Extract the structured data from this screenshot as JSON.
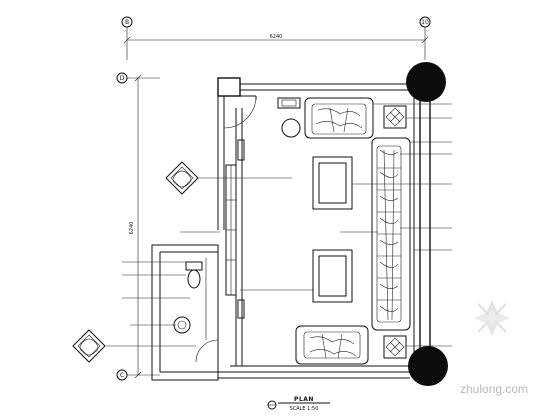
{
  "plan": {
    "title": "PLAN",
    "scale": "SCALE 1:50",
    "dim_top": "6240",
    "dim_left": "6240"
  },
  "axes": {
    "top_left": "B",
    "top_right": "10",
    "left_top": "D",
    "left_bottom": "C"
  },
  "watermark": {
    "text": "zhulong.com"
  }
}
